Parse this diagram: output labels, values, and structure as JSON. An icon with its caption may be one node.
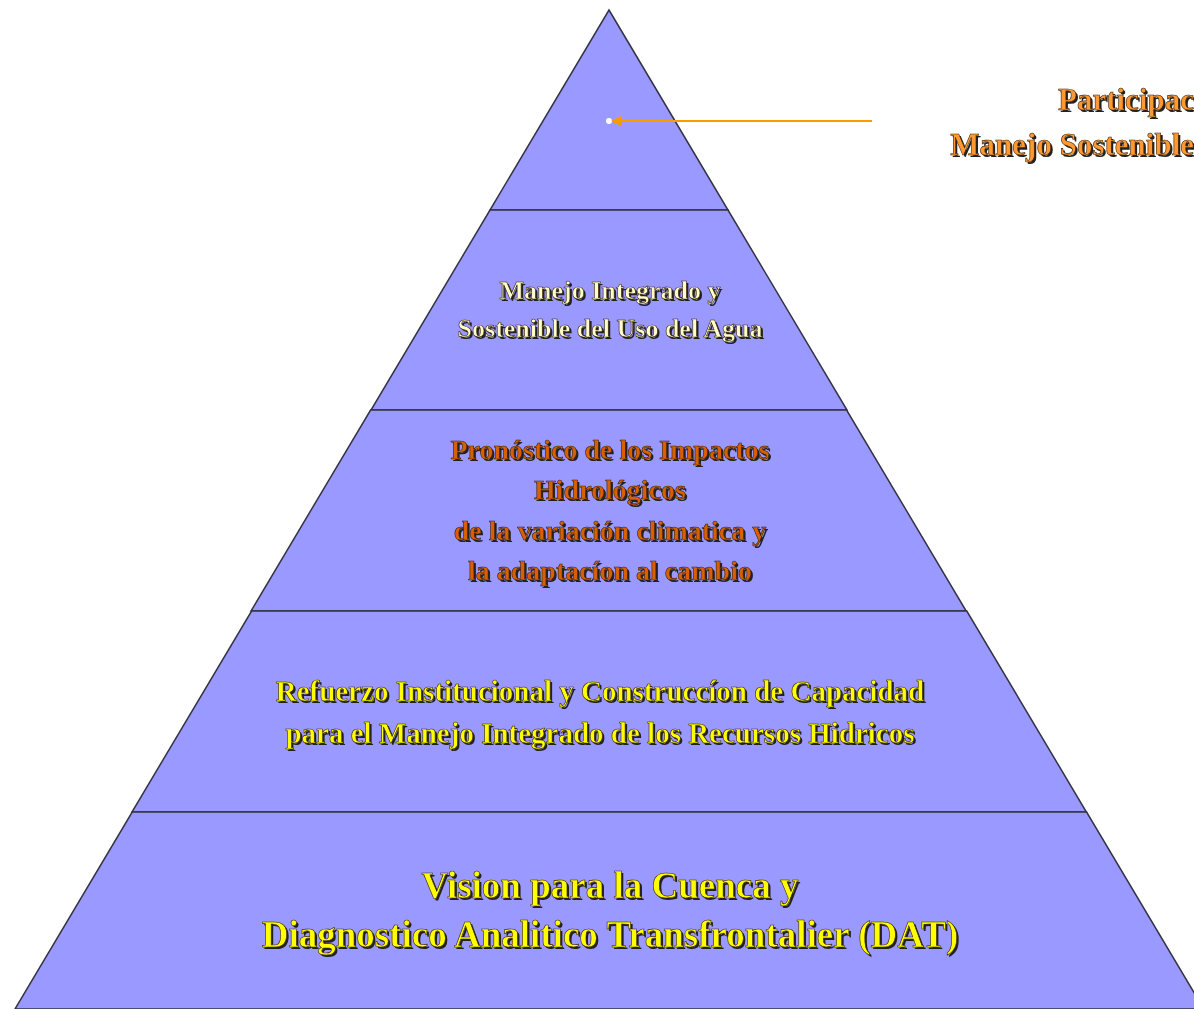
{
  "diagram": {
    "nodes": [
      {
        "text": [],
        "shape": "triangle"
      },
      {
        "text": [],
        "shape": "circle",
        "in": 0
      },
      {
        "text": [
          "Manejo Integrado y Sostenible del Uso del Agua"
        ]
      },
      {
        "text": [
          "Pronóstico de los Impactos Hidrológicos de la variación climatica y la adaptacíon al cambio"
        ]
      },
      {
        "text": [
          "Refuerzo Institucional y Construccíon de Capacidad para el Manejo Integrado de los Recursos Hidricos"
        ]
      },
      {
        "text": [
          "Vision para la Cuenca y Diagnostico Analitico Transfrontalier (DAT)"
        ]
      },
      {
        "text": [
          "Participac Manejo Sostenible"
        ]
      }
    ],
    "edges": [
      {
        "from": 6,
        "to": 1,
        "arrow": "to"
      }
    ]
  }
}
